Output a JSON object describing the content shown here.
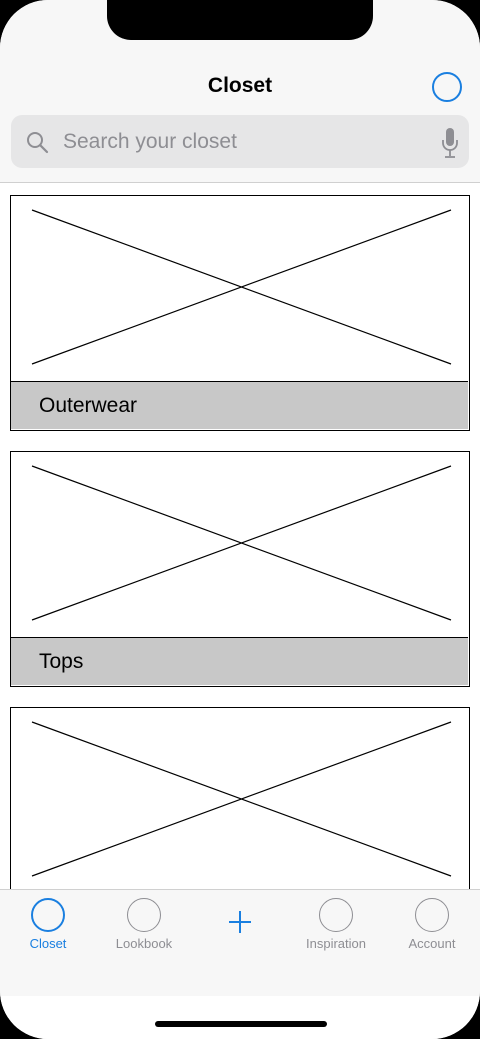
{
  "header": {
    "title": "Closet"
  },
  "search": {
    "placeholder": "Search your closet",
    "value": ""
  },
  "cards": [
    {
      "label": "Outerwear"
    },
    {
      "label": "Tops"
    },
    {
      "label": ""
    }
  ],
  "tabbar": {
    "tabs": [
      {
        "label": "Closet",
        "active": true
      },
      {
        "label": "Lookbook",
        "active": false
      },
      {
        "label": "Inspiration",
        "active": false
      },
      {
        "label": "Account",
        "active": false
      }
    ],
    "add_icon": "plus-icon"
  },
  "colors": {
    "accent": "#1a7fe0",
    "inactive": "#8e8e93",
    "label_bg": "#c8c8c8",
    "bar_bg": "#f7f7f7"
  },
  "icons": {
    "search": "search-icon",
    "mic": "mic-icon",
    "profile": "profile-circle-icon"
  }
}
